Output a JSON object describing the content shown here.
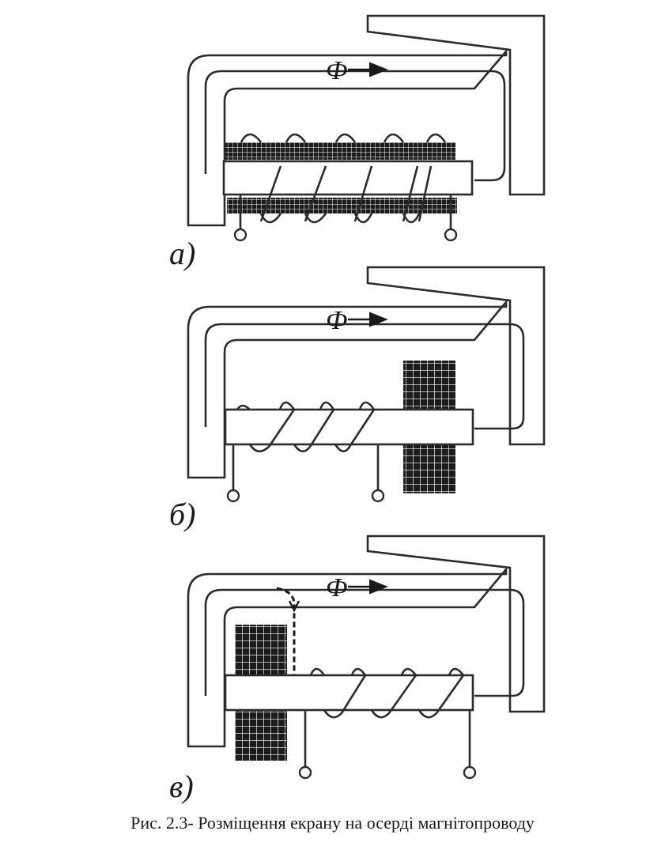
{
  "figure": {
    "flux_symbol": "Ф",
    "panels": [
      {
        "id": "a",
        "label": "а)"
      },
      {
        "id": "b",
        "label": "б)"
      },
      {
        "id": "c",
        "label": "в)"
      }
    ]
  },
  "caption": "Рис. 2.3- Розміщення екрану на осерді магнітопроводу"
}
